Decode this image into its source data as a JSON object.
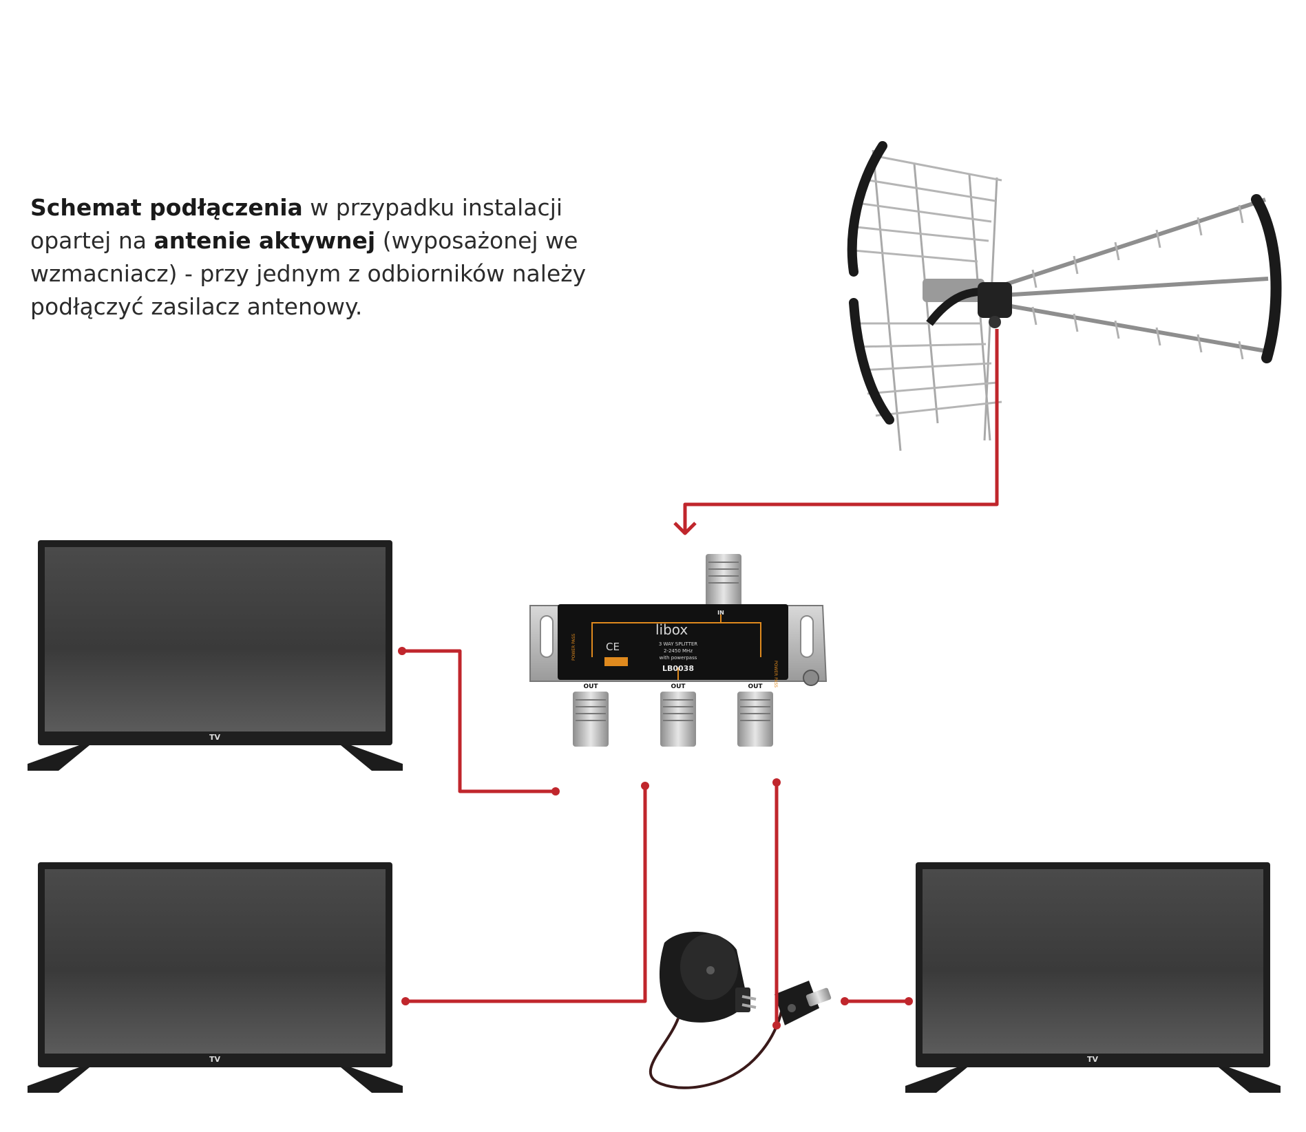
{
  "description": {
    "p1_bold": "Schemat podłączenia",
    "p2": " w przypadku instalacji opartej na ",
    "p3_bold": "antenie aktywnej",
    "p4": " (wyposażonej we wzmacniacz) - przy jednym z odbiorników należy podłączyć zasilacz antenowy."
  },
  "tv": {
    "label": "TV"
  },
  "splitter": {
    "brand": "libox",
    "line1": "3 WAY SPLITTER",
    "line2": "2-2450 MHz",
    "line3": "with powerpass",
    "model": "LB0038",
    "in_label": "IN",
    "out_label": "OUT",
    "power_pass_label": "POWER PASS",
    "ce_label": "CE"
  },
  "colors": {
    "cable": "#c0262c",
    "tv_bezel": "#222222",
    "splitter_body": "#111111",
    "splitter_accent": "#e08a1e"
  },
  "icons": [
    "antenna-icon",
    "splitter-icon",
    "tv-icon",
    "power-adapter-icon",
    "antenna-plug-icon"
  ]
}
